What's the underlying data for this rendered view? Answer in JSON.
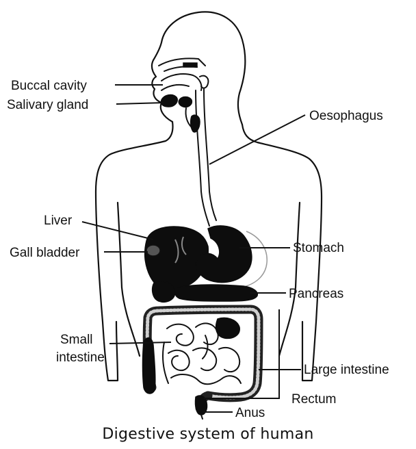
{
  "labels": {
    "buccal_cavity": "Buccal cavity",
    "salivary_gland": "Salivary gland",
    "oesophagus": "Oesophagus",
    "liver": "Liver",
    "gall_bladder": "Gall bladder",
    "stomach": "Stomach",
    "pancreas": "Pancreas",
    "small_intestine_line1": "Small",
    "small_intestine_line2": "intestine",
    "large_intestine": "Large intestine",
    "rectum": "Rectum",
    "anus": "Anus"
  },
  "caption": "Digestive system of human",
  "colors": {
    "ink": "#111111",
    "organ": "#0d0d0d",
    "background": "#ffffff"
  }
}
